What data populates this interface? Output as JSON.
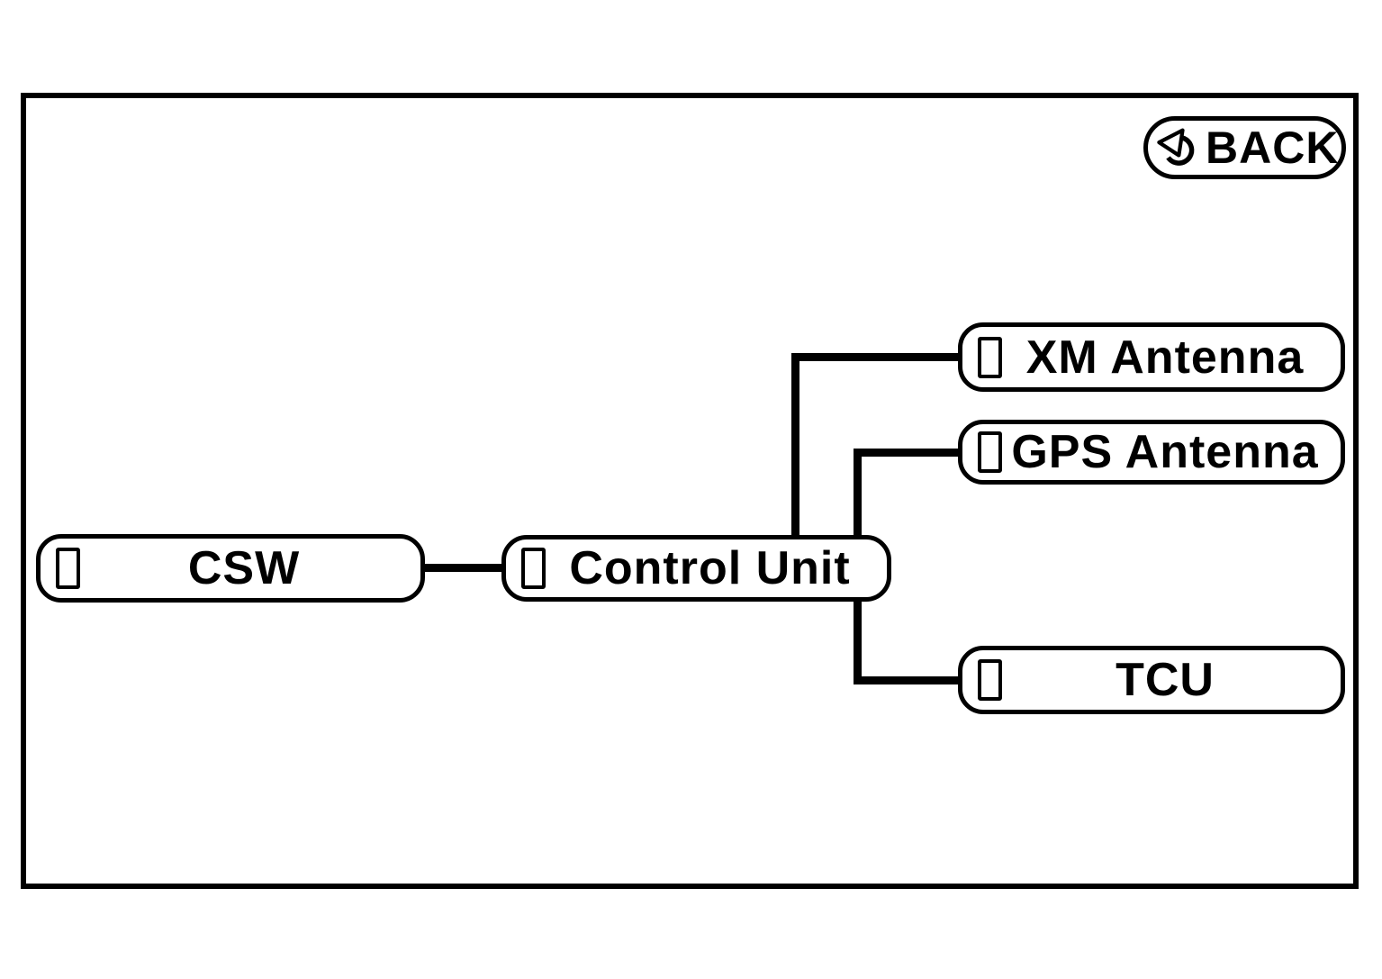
{
  "colors": {
    "ink": "#000000",
    "background": "#ffffff"
  },
  "back_button": {
    "label": "BACK",
    "icon": "back-arrow-icon"
  },
  "nodes": {
    "csw": {
      "label": "CSW"
    },
    "control_unit": {
      "label": "Control Unit"
    },
    "xm_antenna": {
      "label": "XM Antenna"
    },
    "gps_antenna": {
      "label": "GPS Antenna"
    },
    "tcu": {
      "label": "TCU"
    }
  },
  "connections": [
    {
      "from": "CSW",
      "to": "Control Unit"
    },
    {
      "from": "Control Unit",
      "to": "XM Antenna"
    },
    {
      "from": "Control Unit",
      "to": "GPS Antenna"
    },
    {
      "from": "Control Unit",
      "to": "TCU"
    }
  ]
}
